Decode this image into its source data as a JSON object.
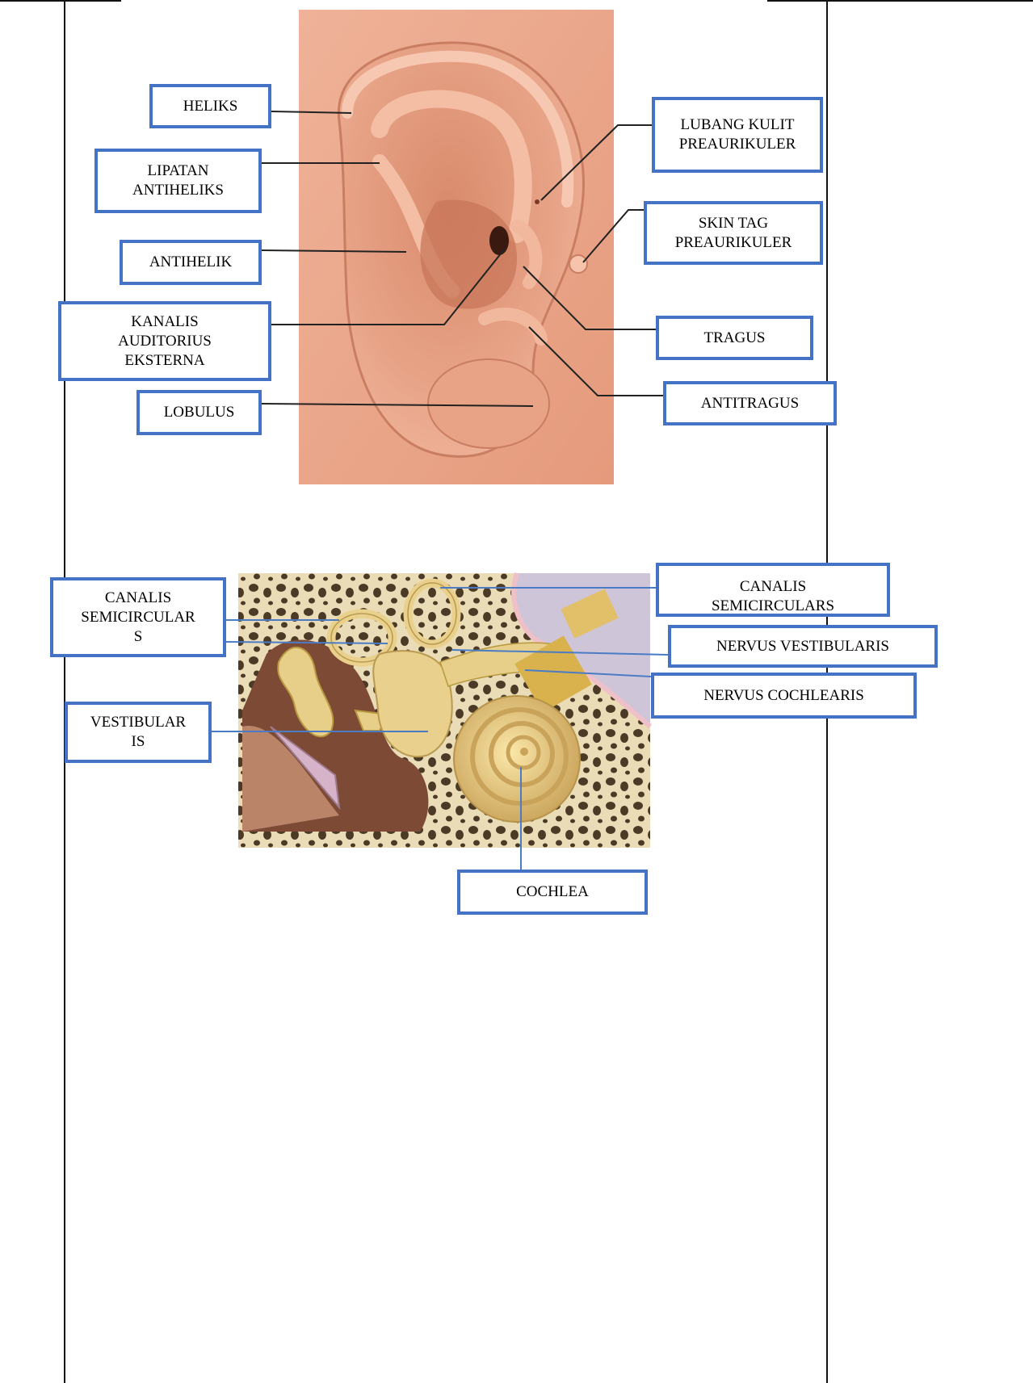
{
  "ear_labels": {
    "heliks": "HELIKS",
    "lipatan_antiheliks": "LIPATAN\nANTIHELIKS",
    "antihelik": "ANTIHELIK",
    "kanalis": "KANALIS\nAUDITORIUS\nEKSTERNA",
    "lobulus": "LOBULUS",
    "lubang_kulit": "LUBANG KULIT\nPREAURIKULER",
    "skin_tag": "SKIN TAG\nPREAURIKULER",
    "tragus": "TRAGUS",
    "antitragus": "ANTITRAGUS"
  },
  "inner_ear_labels": {
    "canalis_left": "CANALIS\nSEMICIRCULAR\nS",
    "canalis_right": "CANALIS\nSEMICIRCULARS",
    "nervus_vestibularis": "NERVUS VESTIBULARIS",
    "nervus_cochlearis": "NERVUS COCHLEARIS",
    "vestibularis": "VESTIBULAR\nIS",
    "cochlea": "COCHLEA"
  },
  "colors": {
    "label_border": "#4472c4",
    "skin": "#e9a68a",
    "bone": "#e9dcb8",
    "cochlea": "#e2c784"
  }
}
